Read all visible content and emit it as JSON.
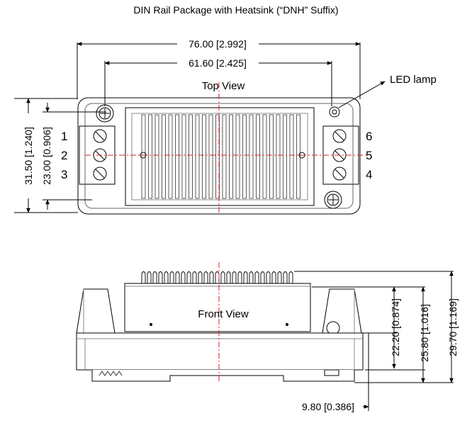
{
  "title": "DIN Rail Package with Heatsink (“DNH” Suffix)",
  "top_view": {
    "label": "Top View",
    "led_label": "LED lamp",
    "pins_left": [
      "1",
      "2",
      "3"
    ],
    "pins_right": [
      "6",
      "5",
      "4"
    ],
    "dims": {
      "overall_width": "76.00 [2.992]",
      "hole_spacing": "61.60 [2.425]",
      "overall_height": "31.50 [1.240]",
      "inner_height": "23.00 [0.906]"
    }
  },
  "front_view": {
    "label": "Front View",
    "dims": {
      "h1": "22.20 [0.874]",
      "h2": "25.80 [1.016]",
      "h3": "29.70 [1.169]",
      "bottom": "9.80 [0.386]"
    }
  }
}
